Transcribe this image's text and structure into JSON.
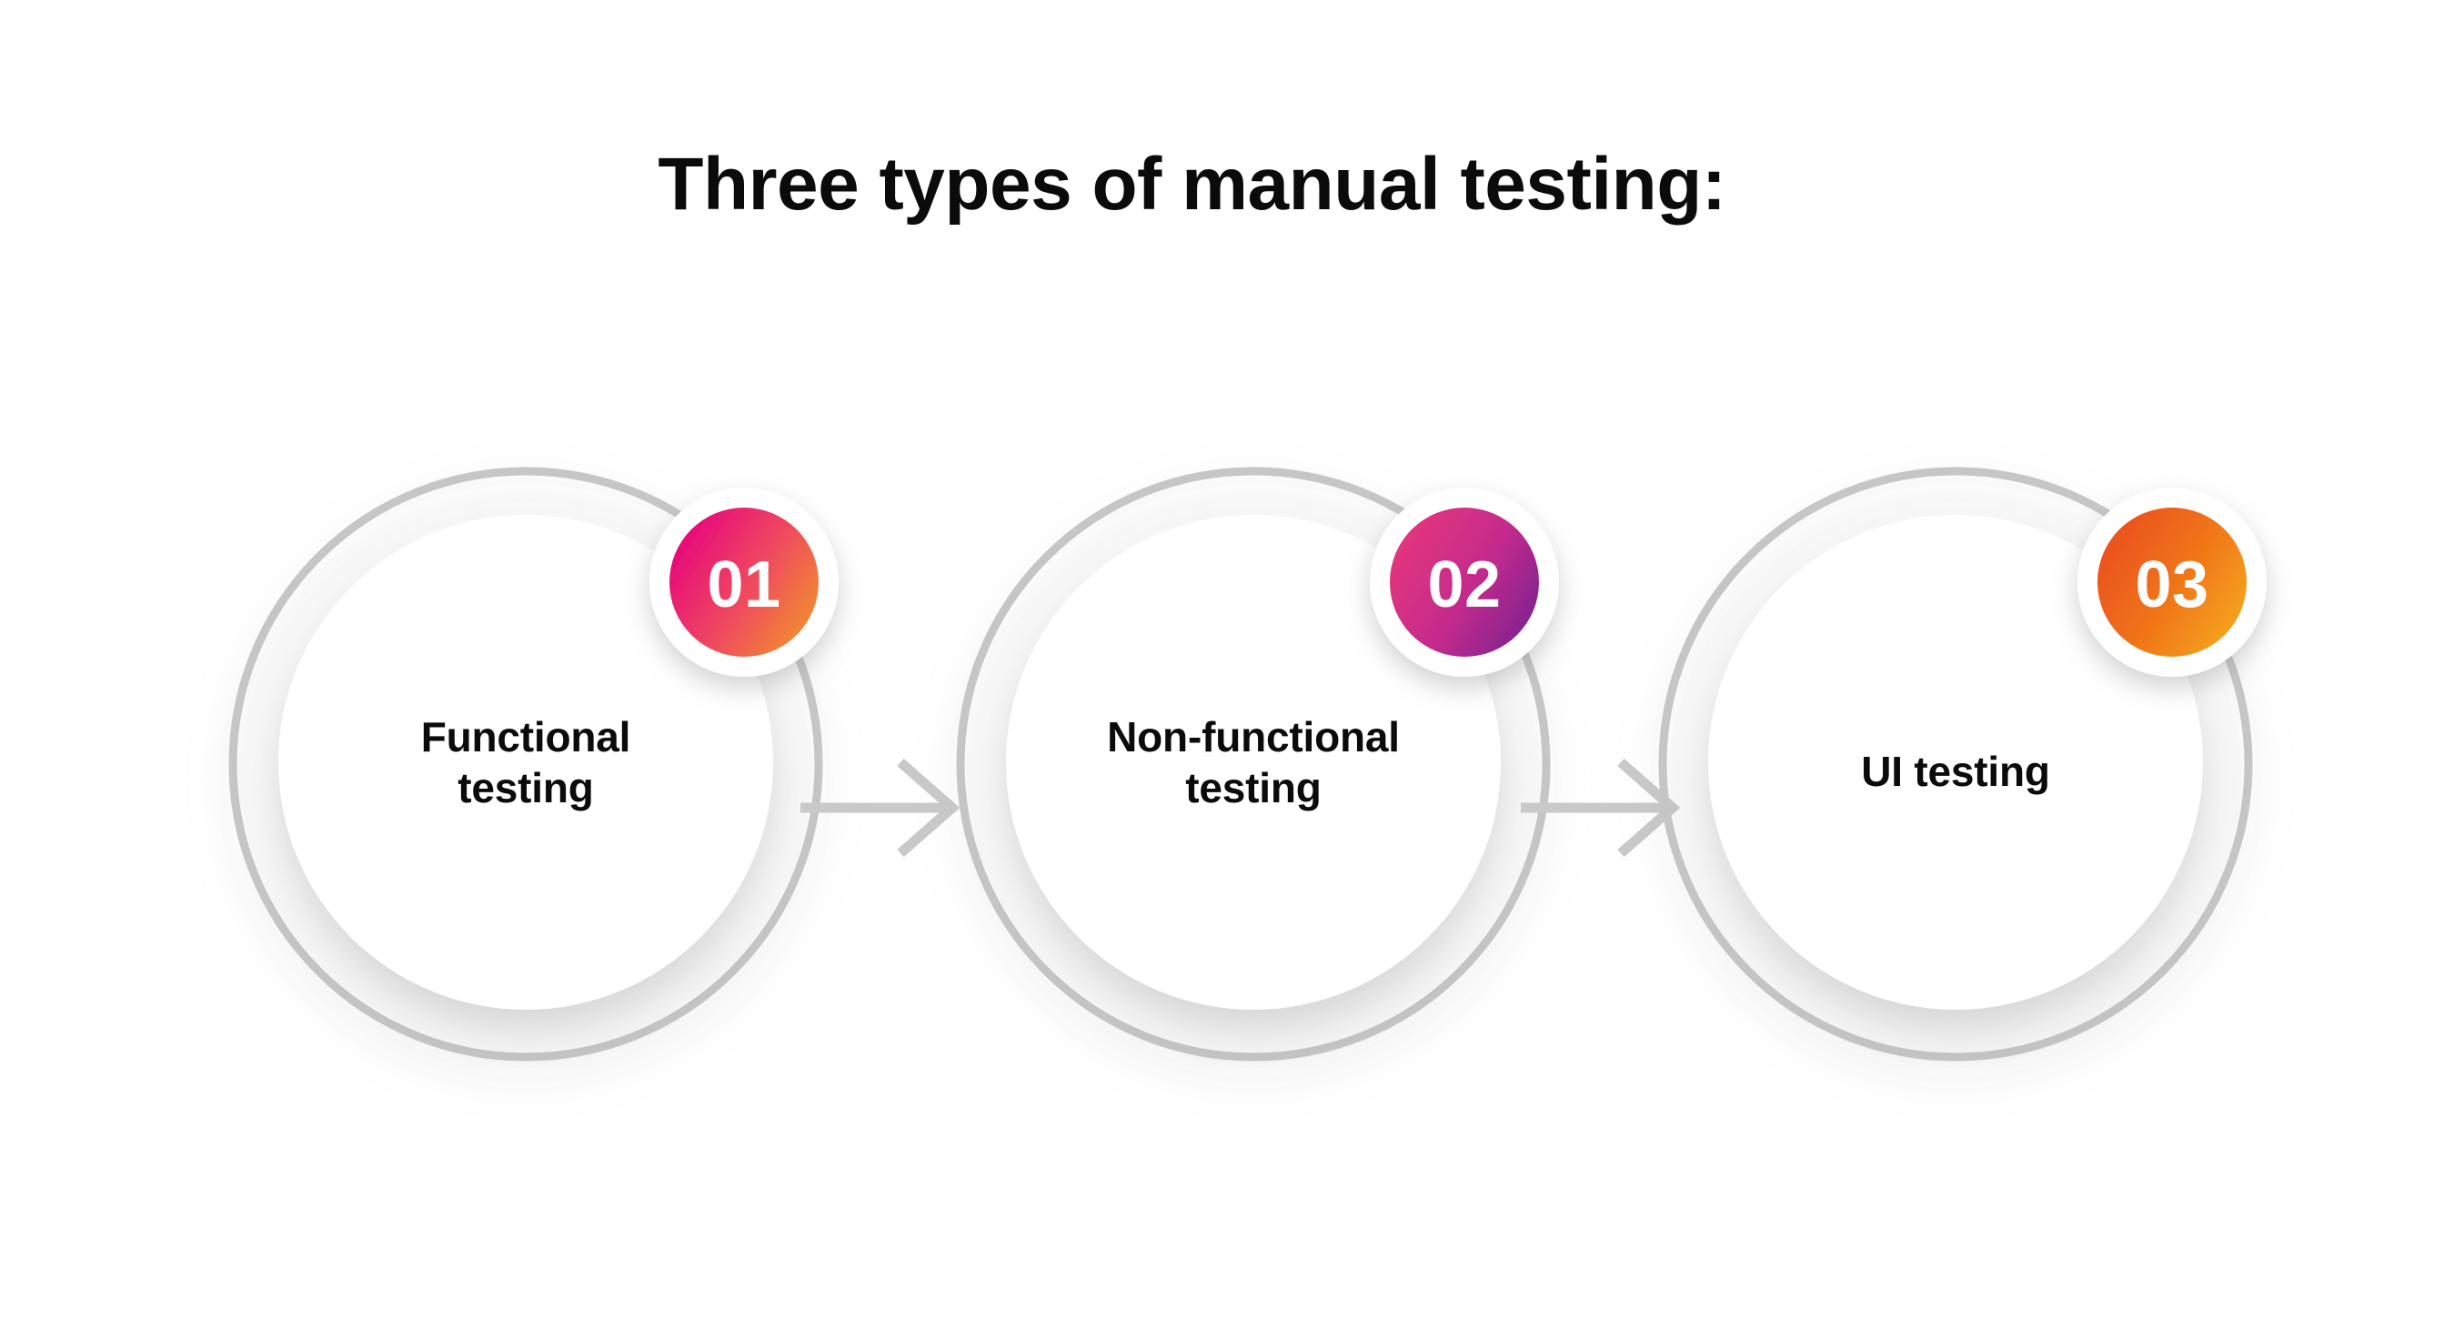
{
  "page": {
    "background_color": "#ffffff",
    "title": "Three types of manual testing:",
    "title_color": "#0b0b0c"
  },
  "diagram": {
    "type": "process-flow",
    "orientation": "horizontal",
    "ring_color": "#c6c6c6",
    "disc_color": "#ffffff",
    "arrow_color": "#c9c9c9",
    "connector_icon": "arrow-right-icon",
    "steps": [
      {
        "number": "01",
        "label_line1": "Functional",
        "label_line2": "testing",
        "label_full": "Functional testing",
        "badge_gradient_from": "#e6007e",
        "badge_gradient_to": "#f2922a",
        "badge_ring_color": "#ffffff"
      },
      {
        "number": "02",
        "label_line1": "Non-functional",
        "label_line2": "testing",
        "label_full": "Non-functional testing",
        "badge_gradient_from": "#e6377e",
        "badge_gradient_to": "#7b2191",
        "badge_ring_color": "#ffffff"
      },
      {
        "number": "03",
        "label_line1": "UI testing",
        "label_line2": "",
        "label_full": "UI testing",
        "badge_gradient_from": "#ec5a1e",
        "badge_gradient_to": "#f5a01f",
        "badge_ring_color": "#ffffff"
      }
    ],
    "connectors": [
      {
        "from": "01",
        "to": "02"
      },
      {
        "from": "02",
        "to": "03"
      }
    ]
  }
}
